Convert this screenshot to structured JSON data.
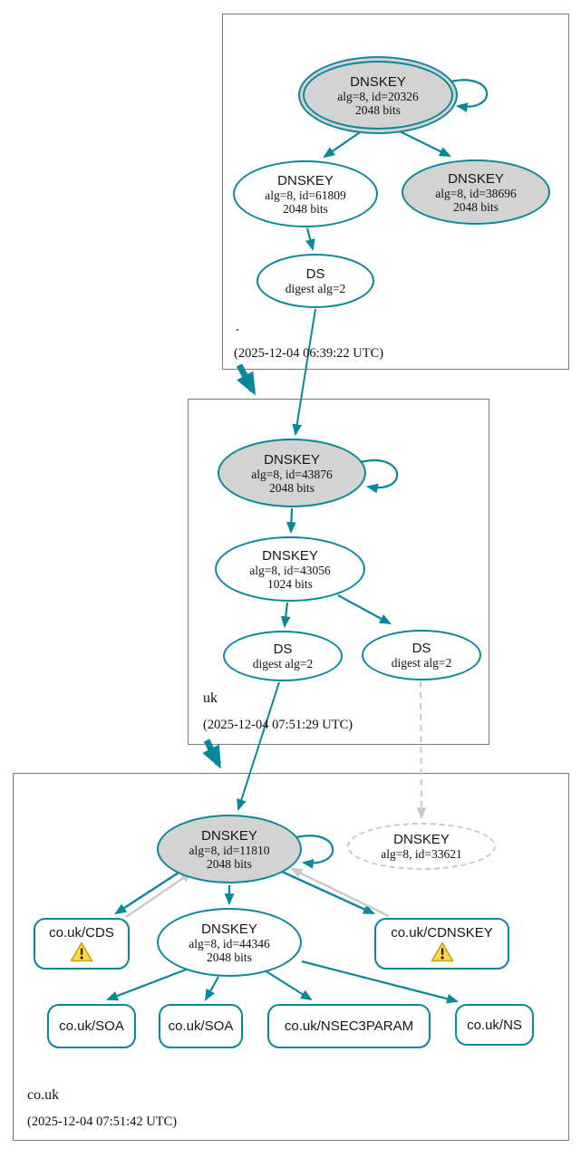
{
  "colors": {
    "secure_teal": "#0a879a",
    "edge_gray": "#c9c9c9",
    "node_fill_gray": "#d3d3d3",
    "ghost_dash_gray": "#c8c8c8",
    "warning_yellow": "#fddb45",
    "warning_border": "#c9a227",
    "zone_border_gray": "#7b7b7b"
  },
  "zones": {
    "root": {
      "name": ".",
      "timestamp": "(2025-12-04 06:39:22 UTC)",
      "nodes": {
        "ksk": {
          "title": "DNSKEY",
          "detail1": "alg=8, id=20326",
          "detail2": "2048 bits"
        },
        "zsk": {
          "title": "DNSKEY",
          "detail1": "alg=8, id=61809",
          "detail2": "2048 bits"
        },
        "key2": {
          "title": "DNSKEY",
          "detail1": "alg=8, id=38696",
          "detail2": "2048 bits"
        },
        "ds": {
          "title": "DS",
          "detail1": "digest alg=2"
        }
      }
    },
    "uk": {
      "name": "uk",
      "timestamp": "(2025-12-04 07:51:29 UTC)",
      "nodes": {
        "ksk": {
          "title": "DNSKEY",
          "detail1": "alg=8, id=43876",
          "detail2": "2048 bits"
        },
        "zsk": {
          "title": "DNSKEY",
          "detail1": "alg=8, id=43056",
          "detail2": "1024 bits"
        },
        "ds1": {
          "title": "DS",
          "detail1": "digest alg=2"
        },
        "ds2": {
          "title": "DS",
          "detail1": "digest alg=2"
        }
      }
    },
    "couk": {
      "name": "co.uk",
      "timestamp": "(2025-12-04 07:51:42 UTC)",
      "nodes": {
        "ksk": {
          "title": "DNSKEY",
          "detail1": "alg=8, id=11810",
          "detail2": "2048 bits"
        },
        "ghost": {
          "title": "DNSKEY",
          "detail1": "alg=8, id=33621"
        },
        "zsk": {
          "title": "DNSKEY",
          "detail1": "alg=8, id=44346",
          "detail2": "2048 bits"
        },
        "cds": {
          "label": "co.uk/CDS"
        },
        "cdnskey": {
          "label": "co.uk/CDNSKEY"
        },
        "soa1": {
          "label": "co.uk/SOA"
        },
        "soa2": {
          "label": "co.uk/SOA"
        },
        "nsec3param": {
          "label": "co.uk/NSEC3PARAM"
        },
        "ns": {
          "label": "co.uk/NS"
        }
      }
    }
  }
}
